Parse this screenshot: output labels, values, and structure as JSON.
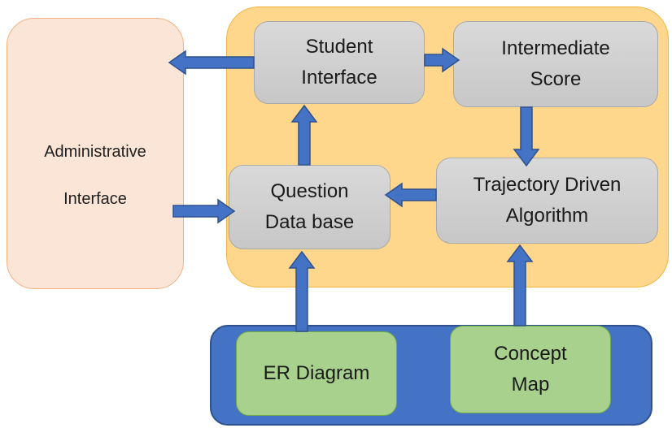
{
  "admin": {
    "line1": "Administrative",
    "line2": "Interface"
  },
  "nodes": {
    "student": "Student\nInterface",
    "intermediate": "Intermediate\nScore",
    "question": "Question\nData base",
    "trajectory": "Trajectory Driven\nAlgorithm"
  },
  "sources": {
    "er": "ER Diagram",
    "concept": "Concept\nMap"
  },
  "colors": {
    "admin_fill": "#fbe5d6",
    "core_fill": "#ffd78c",
    "node_fill": "#d9d9d9",
    "source_panel": "#4472c4",
    "source_fill": "#a9d18e",
    "arrow": "#4472c4"
  }
}
